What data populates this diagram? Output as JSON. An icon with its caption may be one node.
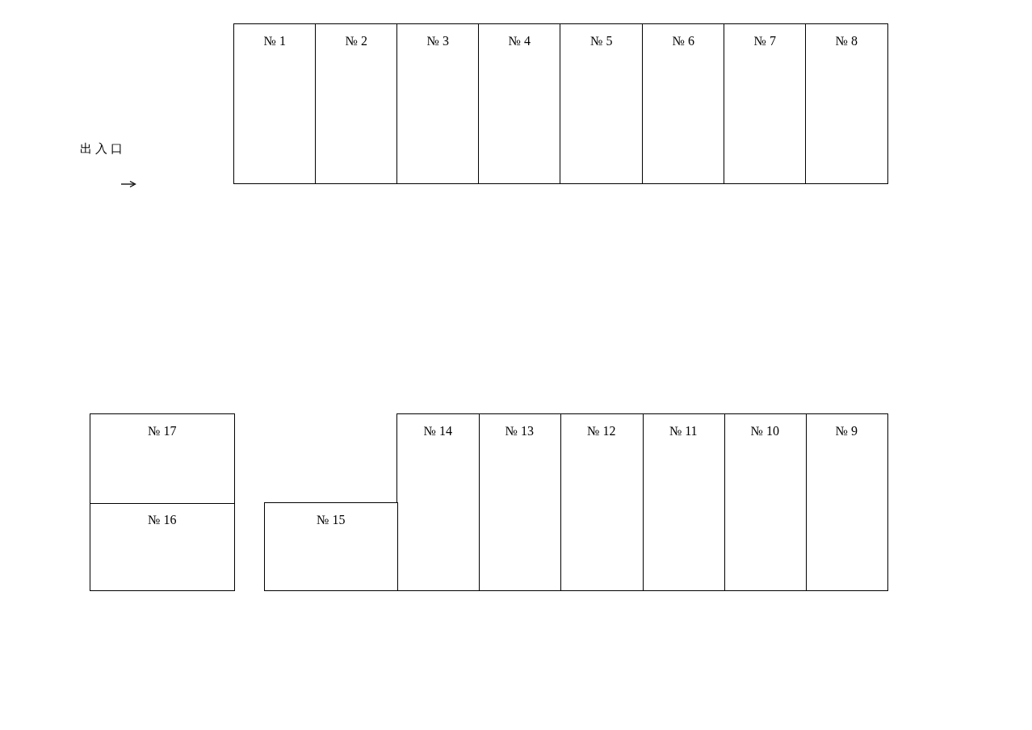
{
  "diagram": {
    "nodes": [
      {
        "text": [
          "№ 1"
        ]
      },
      {
        "text": [
          "№ 2"
        ]
      },
      {
        "text": [
          "№ 3"
        ]
      },
      {
        "text": [
          "№ 4"
        ]
      },
      {
        "text": [
          "№ 5"
        ]
      },
      {
        "text": [
          "№ 6"
        ]
      },
      {
        "text": [
          "№ 7"
        ]
      },
      {
        "text": [
          "№ 8"
        ]
      },
      {
        "text": [
          "№ 9"
        ]
      },
      {
        "text": [
          "№ 10"
        ]
      },
      {
        "text": [
          "№ 11"
        ]
      },
      {
        "text": [
          "№ 12"
        ]
      },
      {
        "text": [
          "№ 13"
        ]
      },
      {
        "text": [
          "№ 14"
        ]
      },
      {
        "text": [
          "№ 15"
        ]
      },
      {
        "text": [
          "№ 16"
        ]
      },
      {
        "text": [
          "№ 17"
        ]
      }
    ],
    "labels": [
      "出 入 口"
    ]
  }
}
